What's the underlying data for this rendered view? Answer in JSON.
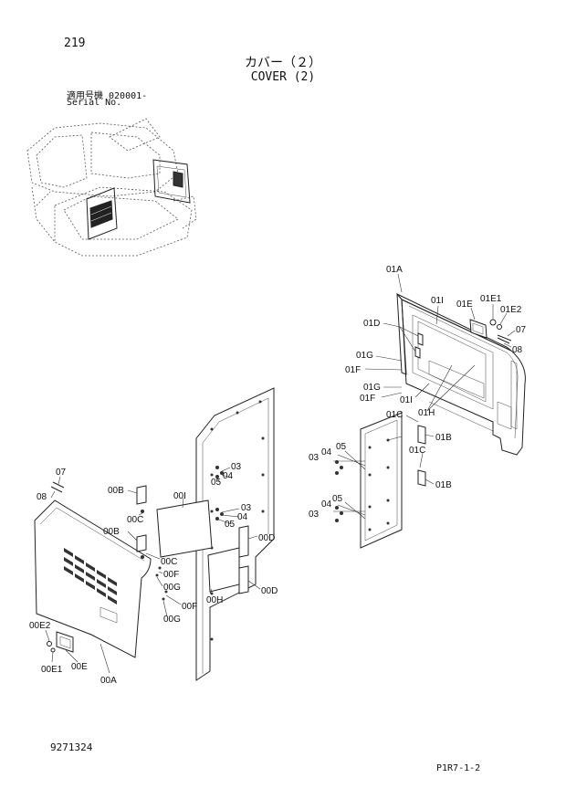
{
  "header": {
    "page_number": "219",
    "title_jp": "カバー（２）",
    "title_en": "COVER (2)",
    "serial_line1": "適用号機 020001-",
    "serial_line2": "Serial No."
  },
  "footer": {
    "doc_number": "9271324",
    "sheet_ref": "P1R7-1-2"
  },
  "labels": {
    "a01A": "01A",
    "a01I_top": "01I",
    "a01E": "01E",
    "a01E1": "01E1",
    "a01E2": "01E2",
    "a07_right": "07",
    "a08_right": "08",
    "a01D": "01D",
    "a01G_1": "01G",
    "a01F_1": "01F",
    "a01G_2": "01G",
    "a01F_2": "01F",
    "a01I_bot": "01I",
    "a01H": "01H",
    "a01C_1": "01C",
    "a01B_1": "01B",
    "a01C_2": "01C",
    "a01B_2": "01B",
    "a03_r1": "03",
    "a04_r1": "04",
    "a05_r1": "05",
    "a03_r2": "03",
    "a04_r2": "04",
    "a05_r2": "05",
    "a03_m1": "03",
    "a04_m1": "04",
    "a05_m1": "05",
    "a03_m2": "03",
    "a04_m2": "04",
    "a05_m2": "05",
    "a07_left": "07",
    "a08_left": "08",
    "a00B_1": "00B",
    "a00C_1": "00C",
    "a00I": "00I",
    "a00B_2": "00B",
    "a00C_2": "00C",
    "a00F_1": "00F",
    "a00G_1": "00G",
    "a00F_2": "00F",
    "a00G_2": "00G",
    "a00H": "00H",
    "a00D_1": "00D",
    "a00D_2": "00D",
    "a00E2": "00E2",
    "a00E1": "00E1",
    "a00E": "00E",
    "a00A": "00A"
  }
}
